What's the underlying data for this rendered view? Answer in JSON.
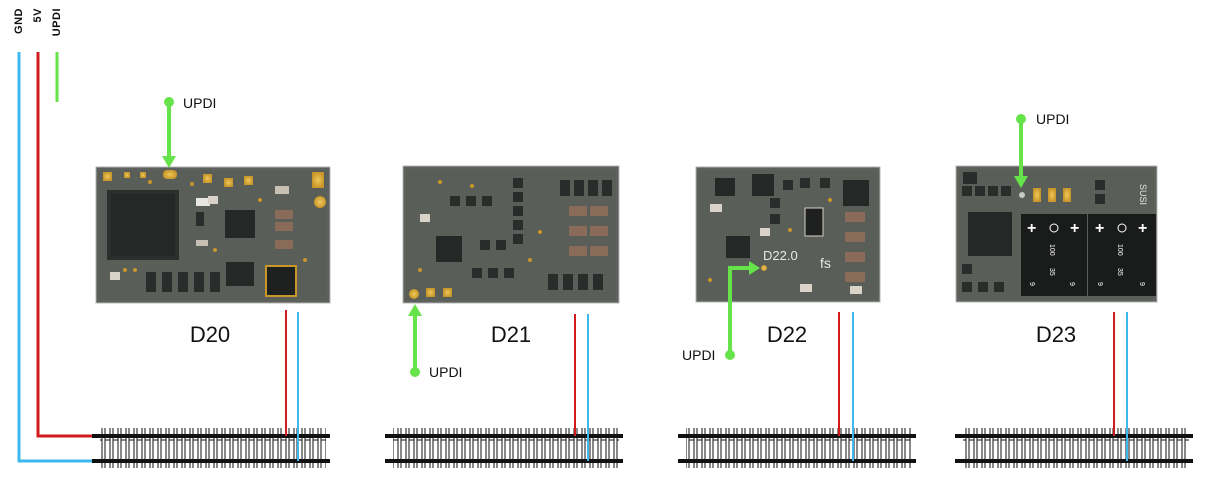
{
  "legend": {
    "updi": "UPDI",
    "v5": "5V",
    "gnd": "GND"
  },
  "boards": [
    {
      "name": "D20",
      "updi": "UPDI"
    },
    {
      "name": "D21",
      "updi": "UPDI"
    },
    {
      "name": "D22",
      "updi": "UPDI",
      "silk": "D22.0",
      "logo": "fs"
    },
    {
      "name": "D23",
      "updi": "UPDI",
      "silk": "SUSI",
      "cap_text_1": "100",
      "cap_text_2": "35",
      "cap_text_3": "9"
    }
  ],
  "colors": {
    "updi": "#66e34a",
    "v5": "#d01c1c",
    "gnd": "#3db8ec",
    "pcb": "#5a5e58",
    "rail": "#111111"
  }
}
